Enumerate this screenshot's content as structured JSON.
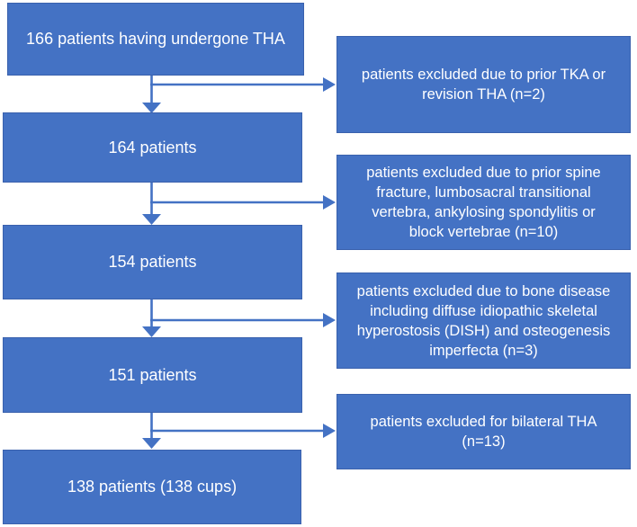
{
  "diagram": {
    "type": "flowchart",
    "topic": "THA patient inclusion/exclusion flow",
    "colors": {
      "box_fill": "#4472c4",
      "box_border": "#3a61ad",
      "arrow": "#4472c4",
      "text": "#ffffff",
      "background": "#ffffff"
    },
    "main_boxes": [
      {
        "label": "166 patients having undergone THA"
      },
      {
        "label": "164 patients"
      },
      {
        "label": "154 patients"
      },
      {
        "label": "151 patients"
      },
      {
        "label": "138 patients (138 cups)"
      }
    ],
    "exclusion_boxes": [
      {
        "label": "patients excluded due to prior TKA or\nrevision THA (n=2)"
      },
      {
        "label": "patients excluded due to prior spine\nfracture, lumbosacral transitional\nvertebra, ankylosing spondylitis or\nblock vertebrae (n=10)"
      },
      {
        "label": "patients excluded due to bone disease\nincluding diffuse idiopathic skeletal\nhyperostosis (DISH) and osteogenesis\nimperfecta (n=3)"
      },
      {
        "label": "patients excluded for bilateral THA\n(n=13)"
      }
    ]
  }
}
